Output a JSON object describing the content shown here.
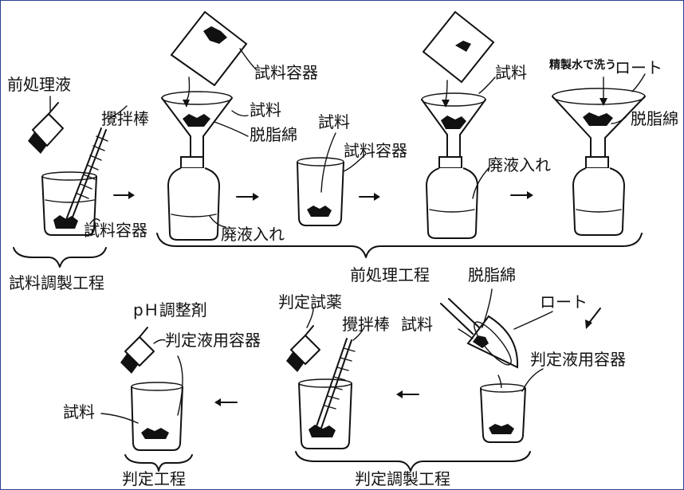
{
  "labels": {
    "pretreatment_liquid": "前処理液",
    "stir_rod_1": "攪拌棒",
    "sample_container_1": "試料容器",
    "sample_container_top": "試料容器",
    "sample_1": "試料",
    "defatted_cotton_1": "脱脂綿",
    "sample_2": "試料",
    "sample_container_2": "試料容器",
    "waste_1": "廃液入れ",
    "waste_2": "廃液入れ",
    "sample_3": "試料",
    "wash": "精製水で洗う",
    "funnel_1": "ロート",
    "defatted_cotton_2": "脱脂綿",
    "sample_prep_step": "試料調製工程",
    "pretreatment_step": "前処理工程",
    "ph_adjuster": "pＨ調整剤",
    "judge_container_1": "判定液用容器",
    "sample_4": "試料",
    "judge_reagent": "判定試薬",
    "stir_rod_2": "攪拌棒",
    "sample_5": "試料",
    "defatted_cotton_3": "脱脂綿",
    "funnel_2": "ロート",
    "judge_container_2": "判定液用容器",
    "judge_step": "判定工程",
    "judge_prep_step": "判定調製工程"
  }
}
